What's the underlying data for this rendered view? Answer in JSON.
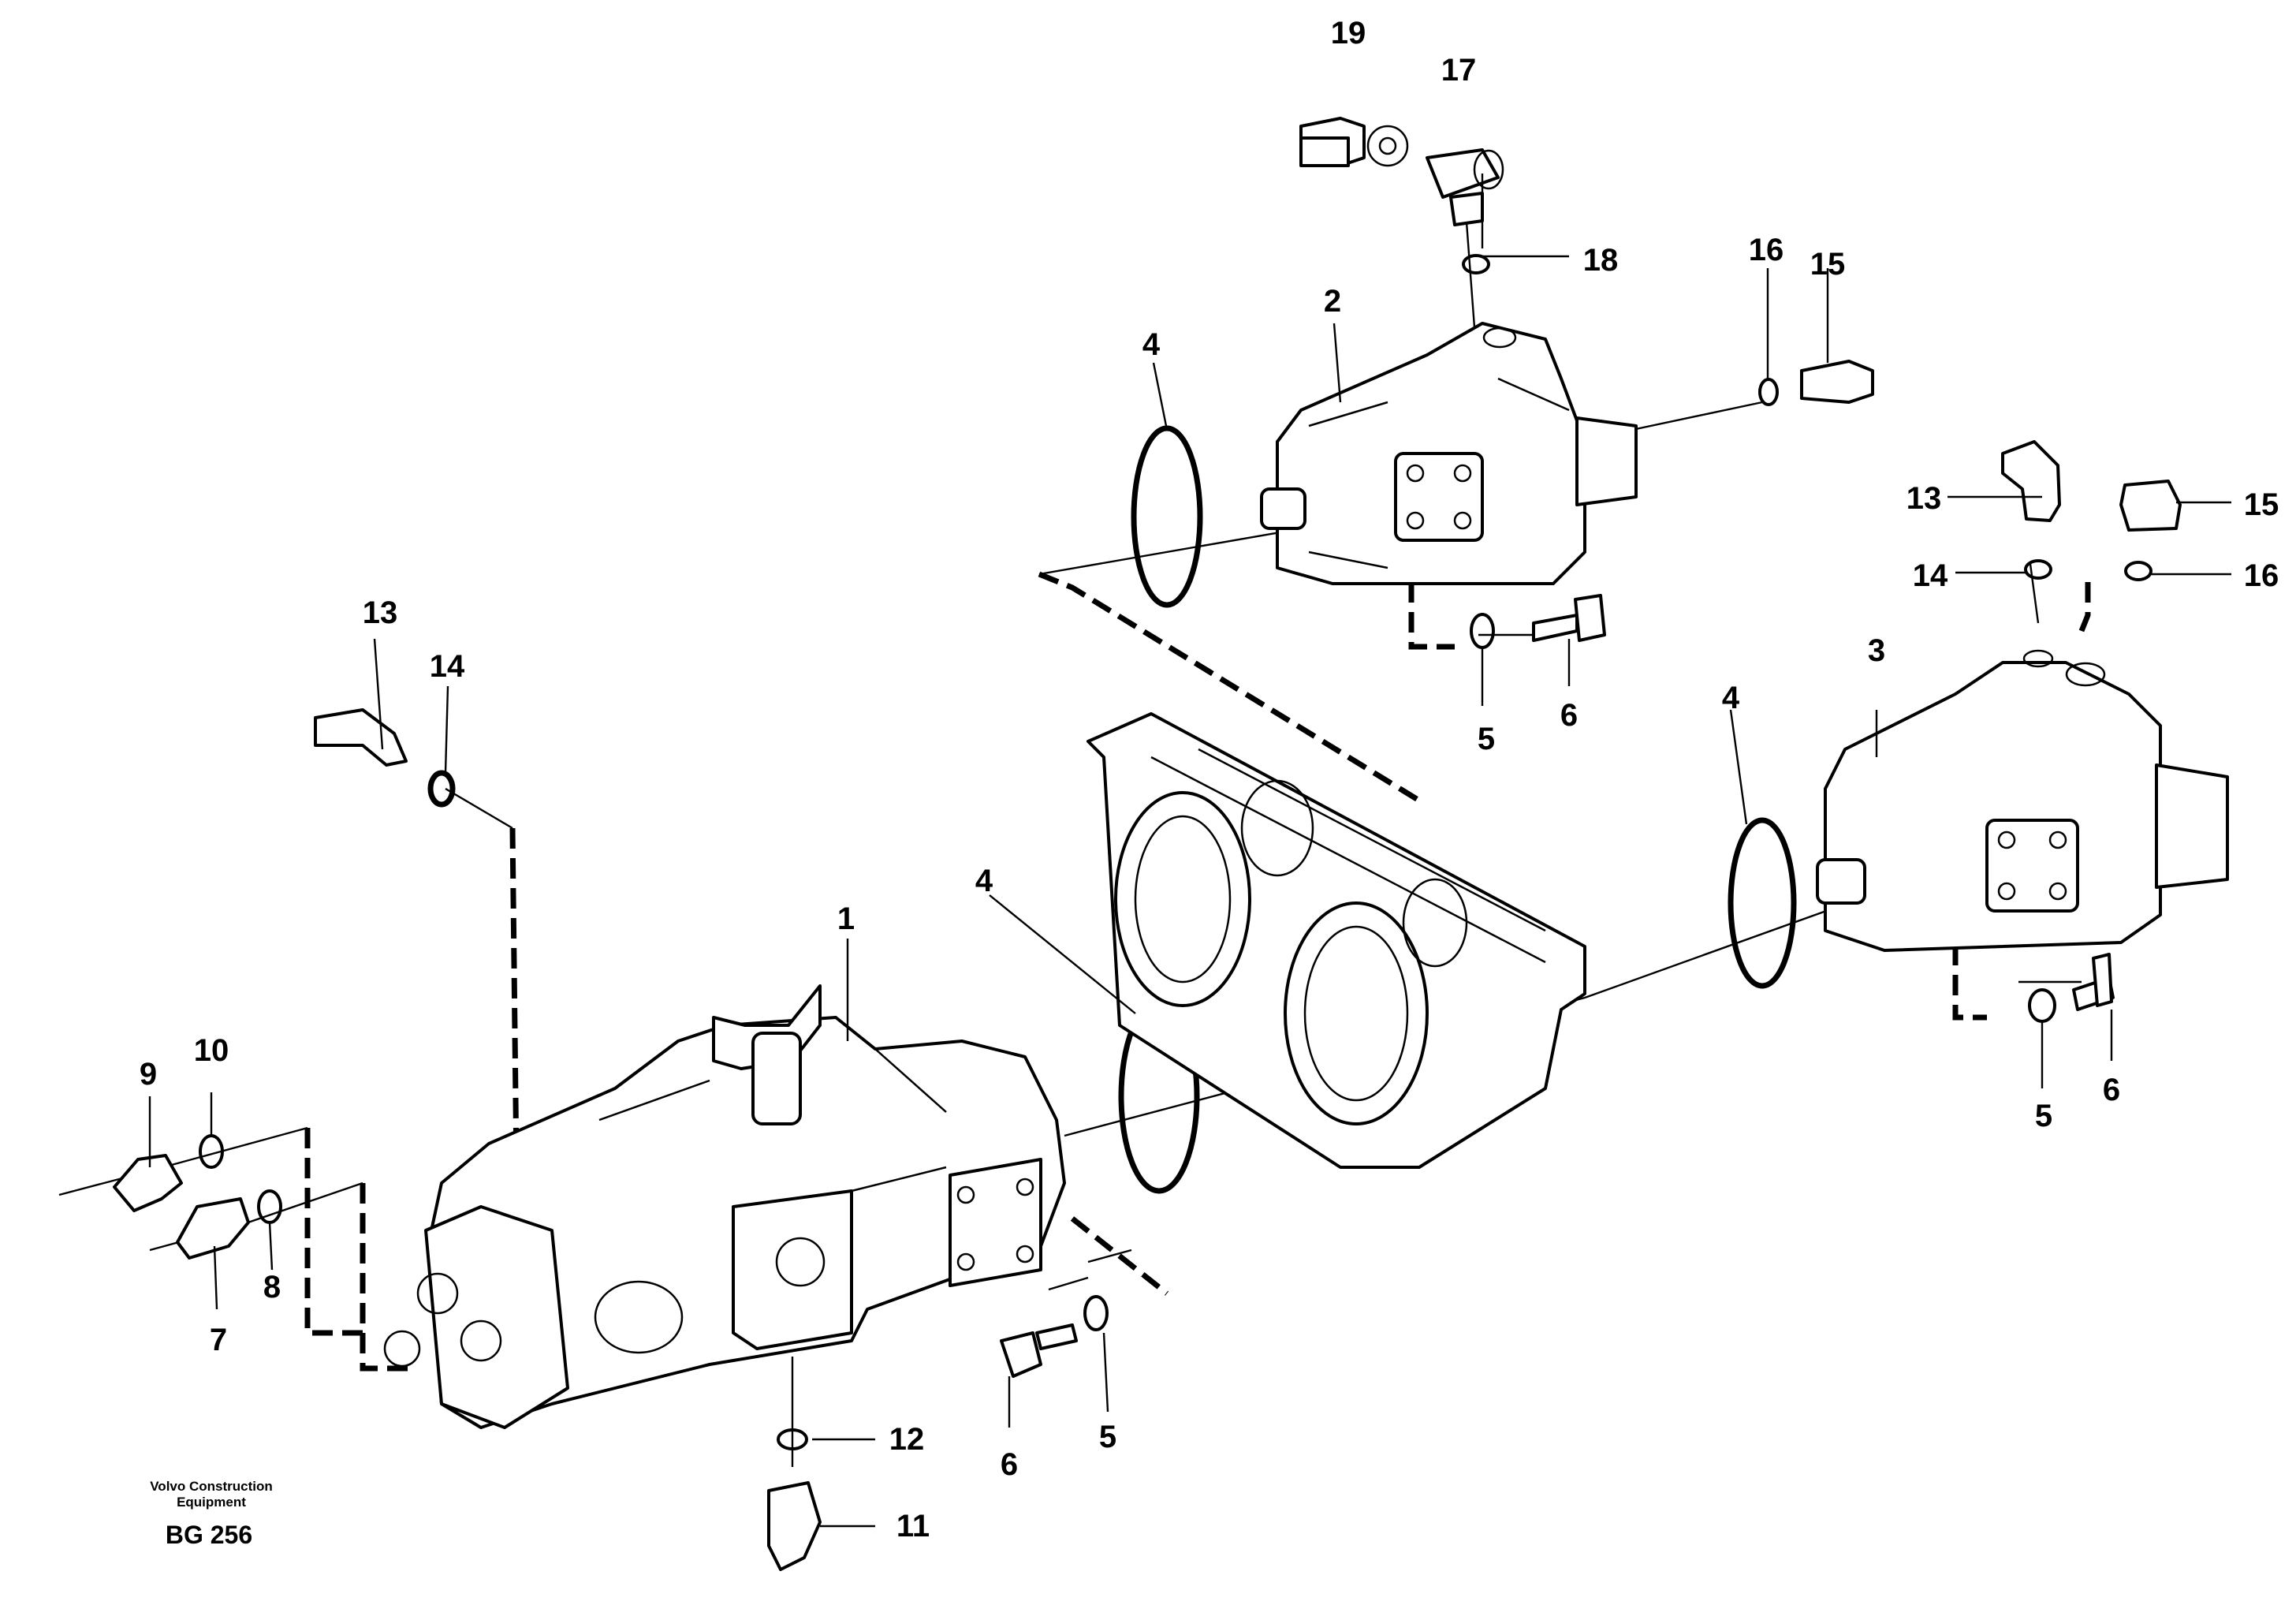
{
  "credit": {
    "line1": "Volvo Construction",
    "line2": "Equipment",
    "code": "BG 256"
  },
  "callouts": {
    "c1": "1",
    "c2": "2",
    "c3": "3",
    "c4a": "4",
    "c4b": "4",
    "c4c": "4",
    "c5a": "5",
    "c5b": "5",
    "c5c": "5",
    "c6a": "6",
    "c6b": "6",
    "c6c": "6",
    "c7": "7",
    "c8": "8",
    "c9": "9",
    "c10": "10",
    "c11": "11",
    "c12": "12",
    "c13a": "13",
    "c13b": "13",
    "c14a": "14",
    "c14b": "14",
    "c15a": "15",
    "c15b": "15",
    "c16a": "16",
    "c16b": "16",
    "c17": "17",
    "c18": "18",
    "c19": "19"
  }
}
